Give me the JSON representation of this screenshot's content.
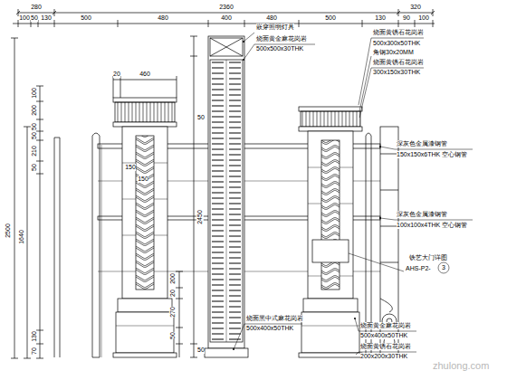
{
  "diagram": {
    "labels": [
      "280",
      "2360",
      "320",
      "100",
      "50",
      "130",
      "500",
      "480",
      "400",
      "480",
      "500",
      "130",
      "90",
      "100",
      "20",
      "460",
      "100",
      "200",
      "50",
      "50",
      "210",
      "50",
      "1640",
      "2500",
      "130",
      "70",
      "150",
      "150",
      "50",
      "2450",
      "50",
      "200",
      "20",
      "270",
      "50",
      "嵌穿照明灯具",
      "烧面黄金麻花岗岩",
      "500x500x30THK",
      "烧面黄锈石花岗岩",
      "500x300x50THK",
      "角钢30x20MM",
      "烧面黄锈石花岗岩",
      "300x150x30THK",
      "深灰色金属漆钢管",
      "150x150x6THK 空心钢管",
      "深灰色金属漆钢管",
      "100x100x4THK 空心钢管",
      "铁艺大门详图",
      "AHS-P2-",
      "3",
      "烧面黑中式麻花岗岩",
      "500x400x50THK",
      "烧面黄金麻花岗岩",
      "500x400x50THK",
      "烧面黄锈石花岗岩",
      "200x200x30THK",
      "zhulong.com"
    ]
  }
}
